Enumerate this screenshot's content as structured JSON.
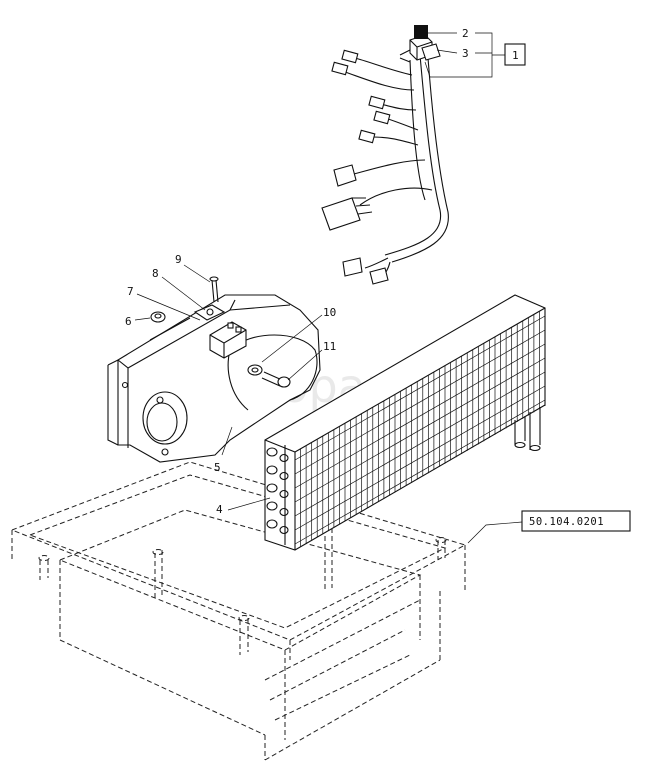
{
  "callouts": [
    {
      "id": "1",
      "label": "1"
    },
    {
      "id": "2",
      "label": "2"
    },
    {
      "id": "3",
      "label": "3"
    },
    {
      "id": "4",
      "label": "4"
    },
    {
      "id": "5",
      "label": "5"
    },
    {
      "id": "6",
      "label": "6"
    },
    {
      "id": "7",
      "label": "7"
    },
    {
      "id": "8",
      "label": "8"
    },
    {
      "id": "9",
      "label": "9"
    },
    {
      "id": "10",
      "label": "10"
    },
    {
      "id": "11",
      "label": "11"
    }
  ],
  "reference": {
    "label": "50.104.0201"
  },
  "watermark": {
    "text": "autoparts"
  }
}
